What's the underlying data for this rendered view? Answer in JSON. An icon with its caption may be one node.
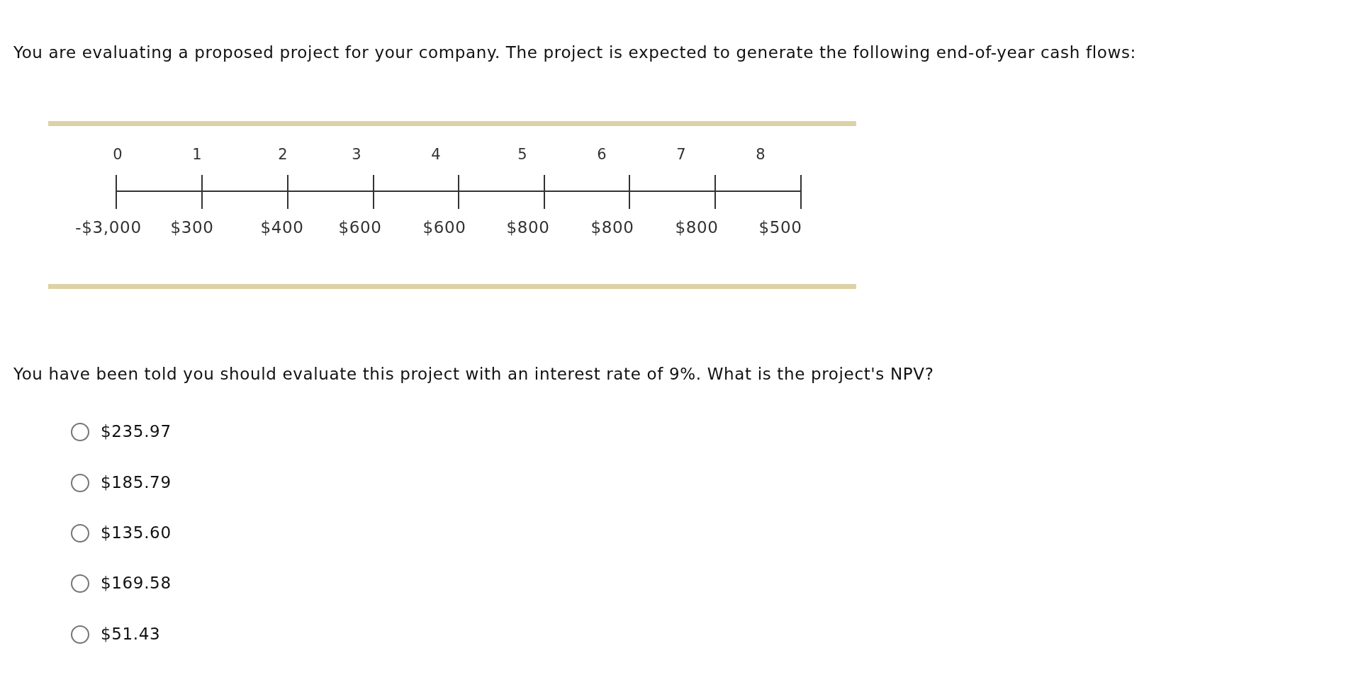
{
  "diagram": {
    "labels": [
      "You are evaluating a proposed project for your company. The project is expected to generate the following end-of-year cash flows:",
      "0",
      "1",
      "2",
      "3",
      "4",
      "5",
      "6",
      "7",
      "8",
      "-$3,000",
      "$300",
      "$400",
      "$600",
      "$600",
      "$800",
      "$800",
      "$800",
      "$500",
      "You have been told you should evaluate this project with an interest rate of 9%. What is the project's NPV?",
      "$235.97",
      "$185.79",
      "$135.60",
      "$169.58",
      "$51.43"
    ]
  }
}
